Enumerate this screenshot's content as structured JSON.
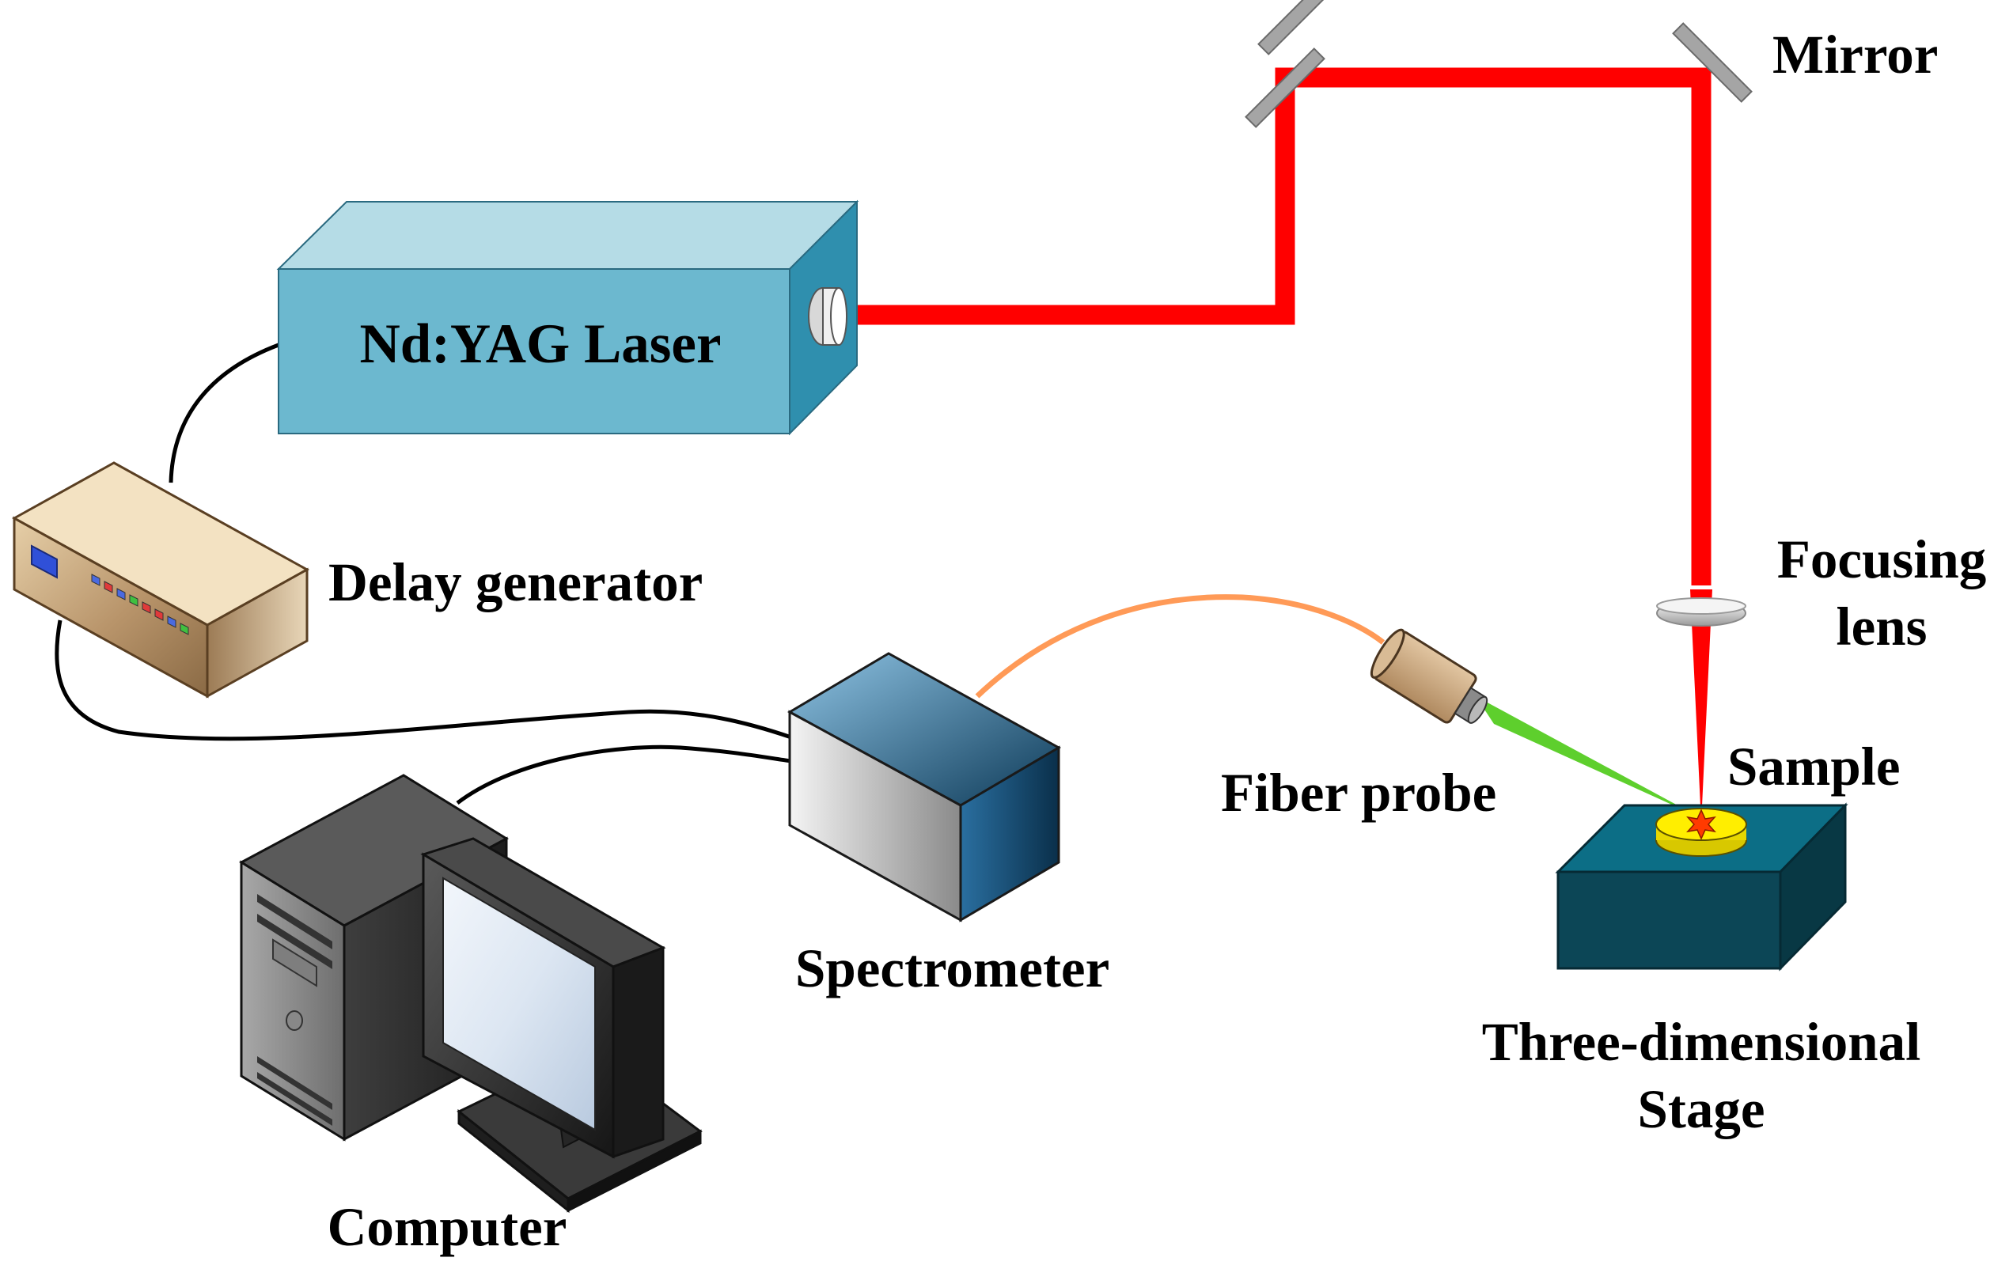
{
  "diagram": {
    "labels": {
      "laser": "Nd:YAG Laser",
      "mirror": "Mirror",
      "delay_generator": "Delay generator",
      "focusing_lens_line1": "Focusing",
      "focusing_lens_line2": "lens",
      "sample": "Sample",
      "fiber_probe": "Fiber probe",
      "spectrometer": "Spectrometer",
      "stage_line1": "Three-dimensional",
      "stage_line2": "Stage",
      "computer": "Computer"
    },
    "colors": {
      "laser_beam": "#ff0000",
      "fiber_cable": "#ff9a57",
      "collection_cone": "#55cc22",
      "laser_body": "#6cb8cf",
      "stage_body": "#0c4656",
      "sample": "#ffee00",
      "cable": "#000000"
    }
  }
}
